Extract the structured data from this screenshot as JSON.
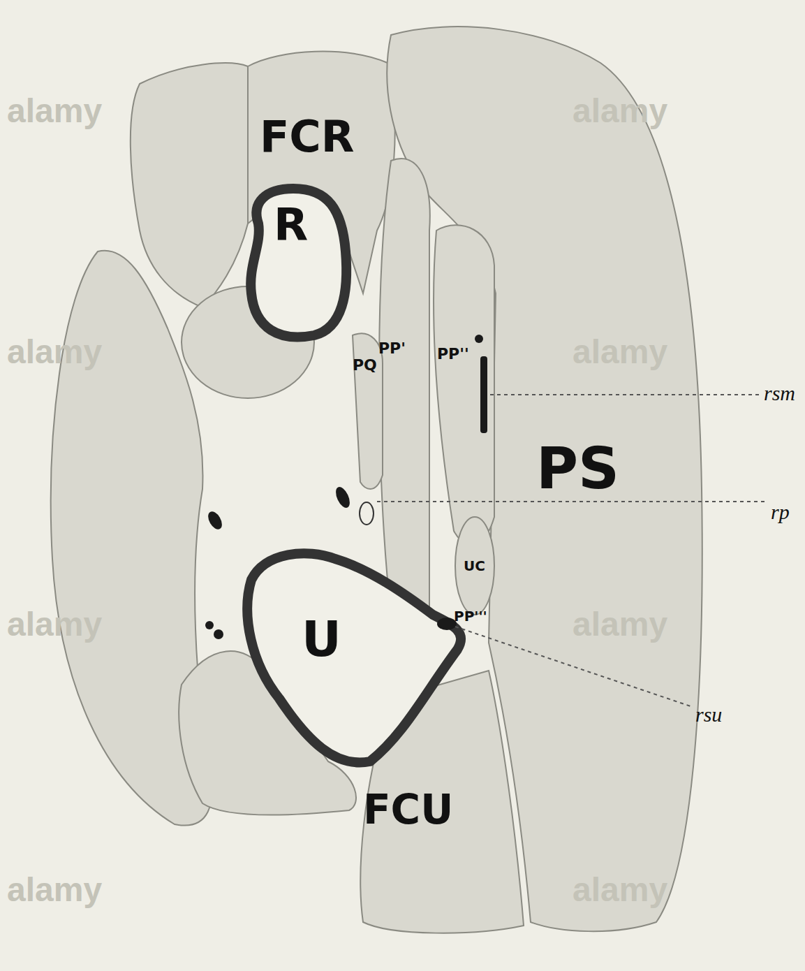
{
  "diagram": {
    "labels": [
      "FCR",
      "R",
      "PQ",
      "PP'",
      "PP''",
      "rsm",
      "PS",
      "rp",
      "UC",
      "PP'''",
      "U",
      "rsu",
      "FCU",
      "alamy",
      "alamy",
      "alamy",
      "alamy",
      "alamy",
      "alamy",
      "alamy",
      "alamy"
    ]
  }
}
